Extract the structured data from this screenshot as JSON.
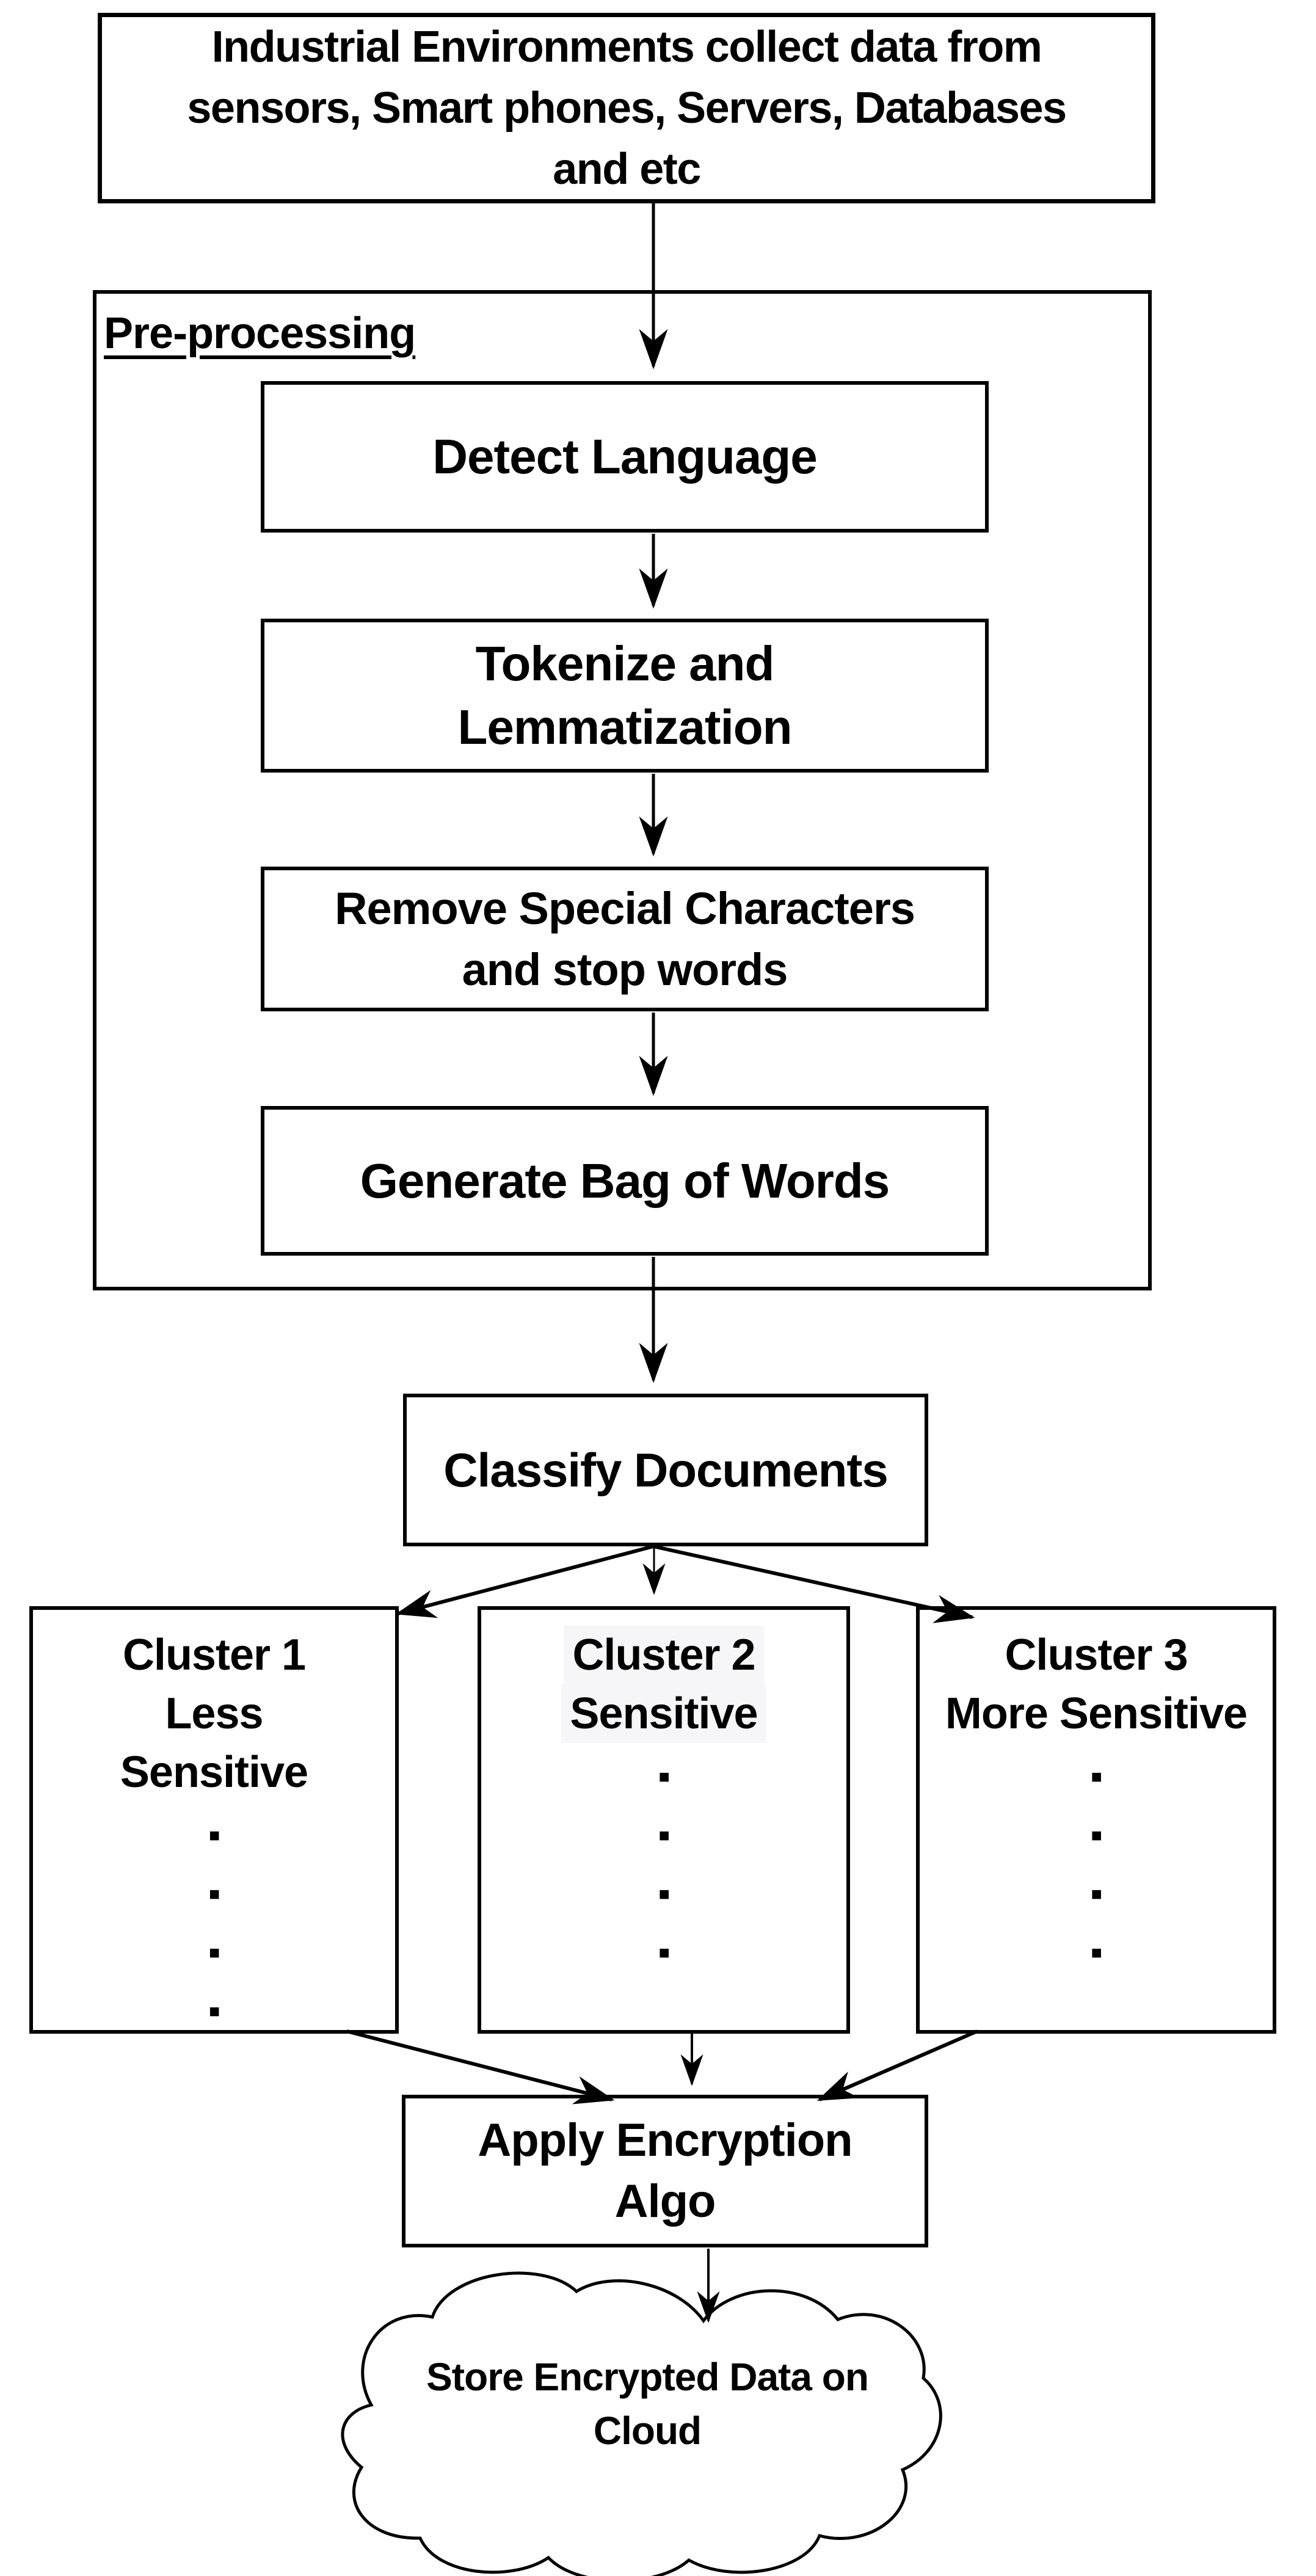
{
  "flowchart": {
    "source": {
      "lines": [
        "Industrial Environments collect data from",
        "sensors, Smart phones, Servers, Databases",
        "and etc"
      ]
    },
    "preprocessing": {
      "label": "Pre-processing",
      "steps": [
        {
          "lines": [
            "Detect Language"
          ]
        },
        {
          "lines": [
            "Tokenize and",
            "Lemmatization"
          ]
        },
        {
          "lines": [
            "Remove Special Characters",
            "and stop words"
          ]
        },
        {
          "lines": [
            "Generate Bag of Words"
          ]
        }
      ]
    },
    "classify": {
      "label": "Classify Documents"
    },
    "clusters": [
      {
        "lines": [
          "Cluster 1",
          "Less",
          "Sensitive"
        ],
        "dots": [
          "■",
          "■",
          "■",
          "■"
        ]
      },
      {
        "lines": [
          "Cluster 2",
          "Sensitive"
        ],
        "dots": [
          "■",
          "■",
          "■",
          "■"
        ]
      },
      {
        "lines": [
          "Cluster 3",
          "More Sensitive"
        ],
        "dots": [
          "■",
          "■",
          "■",
          "■"
        ]
      }
    ],
    "encryption": {
      "lines": [
        "Apply Encryption",
        "Algo"
      ]
    },
    "cloud": {
      "lines": [
        "Store Encrypted Data on",
        "Cloud"
      ]
    }
  },
  "colors": {
    "ink": "#000000",
    "background": "#ffffff",
    "cluster2_text_highlight": "#f6f6f8"
  }
}
